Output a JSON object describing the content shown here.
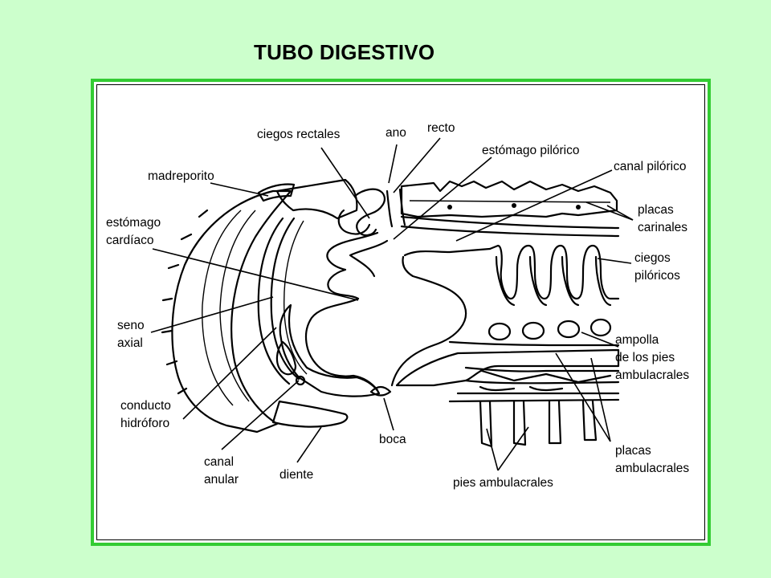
{
  "title": "TUBO DIGESTIVO",
  "colors": {
    "background": "#ccffcc",
    "frame_border": "#33cc33",
    "panel": "#ffffff",
    "ink": "#000000"
  },
  "labels": {
    "madreporito": "madreporito",
    "ciegos_rectales": "ciegos rectales",
    "ano": "ano",
    "recto": "recto",
    "estomago_pilorico": "estómago pilórico",
    "canal_pilorico": "canal pilórico",
    "placas_carinales_1": "placas",
    "placas_carinales_2": "carinales",
    "ciegos_piloricos_1": "ciegos",
    "ciegos_piloricos_2": "pilóricos",
    "estomago_cardiaco_1": "estómago",
    "estomago_cardiaco_2": "cardíaco",
    "seno_axial_1": "seno",
    "seno_axial_2": "axial",
    "conducto_hidroforo_1": "conducto",
    "conducto_hidroforo_2": "hidróforo",
    "canal_anular_1": "canal",
    "canal_anular_2": "anular",
    "diente": "diente",
    "boca": "boca",
    "pies_ambulacrales": "pies ambulacrales",
    "ampolla_1": "ampolla",
    "ampolla_2": "de los pies",
    "ampolla_3": "ambulacrales",
    "placas_ambulacrales_1": "placas",
    "placas_ambulacrales_2": "ambulacrales"
  }
}
